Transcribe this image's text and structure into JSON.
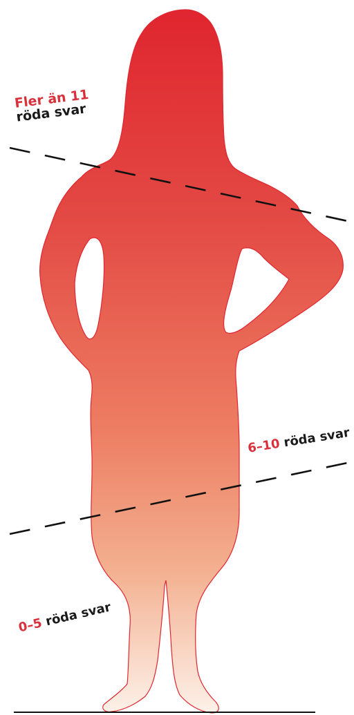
{
  "colors": {
    "silhouette_top": "#e0252f",
    "silhouette_mid": "#ed7e63",
    "silhouette_bottom": "#fdf1e9",
    "accent": "#d9313b",
    "text": "#1a1a1a"
  },
  "labels": {
    "top": {
      "number": "Fler än 11",
      "text": "röda svar"
    },
    "middle": {
      "number": "6–10",
      "text": "röda svar"
    },
    "bottom": {
      "number": "0–5",
      "text": "röda svar"
    }
  }
}
